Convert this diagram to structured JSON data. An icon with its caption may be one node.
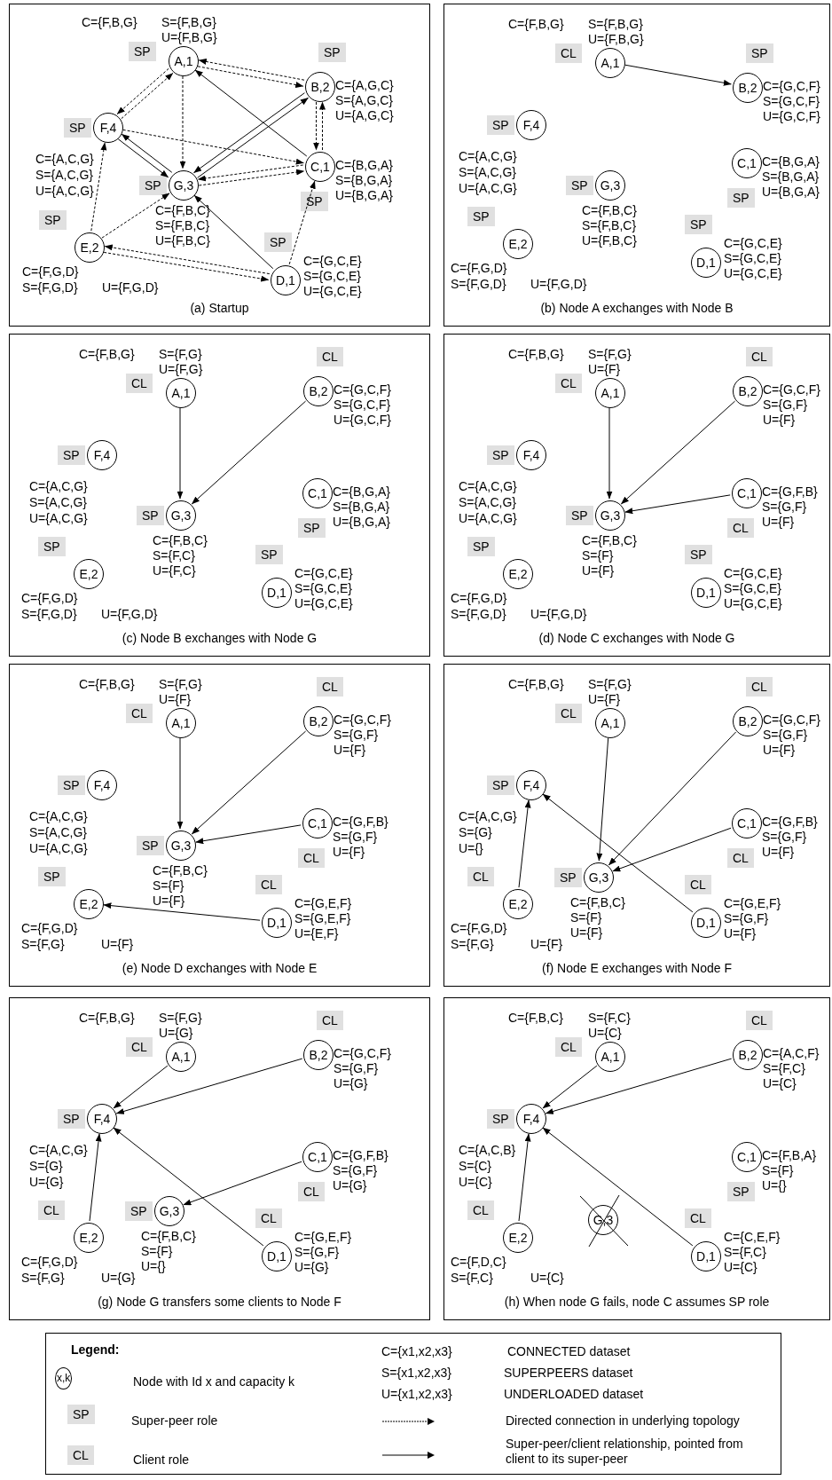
{
  "diagram": {
    "nodes": [
      {
        "text": [
          "(a) Startup"
        ]
      },
      {
        "text": [
          "A,1"
        ],
        "in": 0,
        "beside": [
          "SP",
          "C={F,B,G}",
          "S={F,B,G}",
          "U={F,B,G}"
        ]
      },
      {
        "text": [
          "B,2"
        ],
        "in": 0,
        "beside": [
          "SP",
          "C={A,G,C}",
          "S={A,G,C}",
          "U={A,G,C}"
        ]
      },
      {
        "text": [
          "F,4"
        ],
        "in": 0,
        "beside": [
          "SP",
          "C={A,C,G}",
          "S={A,C,G}",
          "U={A,C,G}"
        ]
      },
      {
        "text": [
          "C,1"
        ],
        "in": 0,
        "beside": [
          "SP",
          "C={B,G,A}",
          "S={B,G,A}",
          "U={B,G,A}"
        ]
      },
      {
        "text": [
          "G,3"
        ],
        "in": 0,
        "beside": [
          "SP",
          "C={F,B,C}",
          "S={F,B,C}",
          "U={F,B,C}"
        ]
      },
      {
        "text": [
          "E,2"
        ],
        "in": 0,
        "beside": [
          "SP",
          "C={F,G,D}",
          "S={F,G,D}",
          "U={F,G,D}"
        ]
      },
      {
        "text": [
          "D,1"
        ],
        "in": 0,
        "beside": [
          "SP",
          "C={G,C,E}",
          "S={G,C,E}",
          "U={G,C,E}"
        ]
      },
      {
        "text": [
          "(b) Node A exchanges with Node B"
        ]
      },
      {
        "text": [
          "A,1"
        ],
        "in": 8,
        "beside": [
          "CL",
          "C={F,B,G}",
          "S={F,B,G}",
          "U={F,B,G}"
        ]
      },
      {
        "text": [
          "B,2"
        ],
        "in": 8,
        "beside": [
          "SP",
          "C={G,C,F}",
          "S={G,C,F}",
          "U={G,C,F}"
        ]
      },
      {
        "text": [
          "F,4"
        ],
        "in": 8,
        "beside": [
          "SP",
          "C={A,C,G}",
          "S={A,C,G}",
          "U={A,C,G}"
        ]
      },
      {
        "text": [
          "C,1"
        ],
        "in": 8,
        "beside": [
          "SP",
          "C={B,G,A}",
          "S={B,G,A}",
          "U={B,G,A}"
        ]
      },
      {
        "text": [
          "G,3"
        ],
        "in": 8,
        "beside": [
          "SP",
          "C={F,B,C}",
          "S={F,B,C}",
          "U={F,B,C}"
        ]
      },
      {
        "text": [
          "E,2"
        ],
        "in": 8,
        "beside": [
          "SP",
          "C={F,G,D}",
          "S={F,G,D}",
          "U={F,G,D}"
        ]
      },
      {
        "text": [
          "D,1"
        ],
        "in": 8,
        "beside": [
          "SP",
          "C={G,C,E}",
          "S={G,C,E}",
          "U={G,C,E}"
        ]
      },
      {
        "text": [
          "(c) Node B exchanges with Node G"
        ]
      },
      {
        "text": [
          "A,1"
        ],
        "in": 16,
        "beside": [
          "CL",
          "C={F,B,G}",
          "S={F,G}",
          "U={F,G}"
        ]
      },
      {
        "text": [
          "B,2"
        ],
        "in": 16,
        "beside": [
          "CL",
          "C={G,C,F}",
          "S={G,C,F}",
          "U={G,C,F}"
        ]
      },
      {
        "text": [
          "F,4"
        ],
        "in": 16,
        "beside": [
          "SP",
          "C={A,C,G}",
          "S={A,C,G}",
          "U={A,C,G}"
        ]
      },
      {
        "text": [
          "C,1"
        ],
        "in": 16,
        "beside": [
          "SP",
          "C={B,G,A}",
          "S={B,G,A}",
          "U={B,G,A}"
        ]
      },
      {
        "text": [
          "G,3"
        ],
        "in": 16,
        "beside": [
          "SP",
          "C={F,B,C}",
          "S={F,C}",
          "U={F,C}"
        ]
      },
      {
        "text": [
          "E,2"
        ],
        "in": 16,
        "beside": [
          "SP",
          "C={F,G,D}",
          "S={F,G,D}",
          "U={F,G,D}"
        ]
      },
      {
        "text": [
          "D,1"
        ],
        "in": 16,
        "beside": [
          "SP",
          "C={G,C,E}",
          "S={G,C,E}",
          "U={G,C,E}"
        ]
      },
      {
        "text": [
          "(d) Node C exchanges with Node G"
        ]
      },
      {
        "text": [
          "A,1"
        ],
        "in": 24,
        "beside": [
          "CL",
          "C={F,B,G}",
          "S={F,G}",
          "U={F}"
        ]
      },
      {
        "text": [
          "B,2"
        ],
        "in": 24,
        "beside": [
          "CL",
          "C={G,C,F}",
          "S={G,F}",
          "U={F}"
        ]
      },
      {
        "text": [
          "F,4"
        ],
        "in": 24,
        "beside": [
          "SP",
          "C={A,C,G}",
          "S={A,C,G}",
          "U={A,C,G}"
        ]
      },
      {
        "text": [
          "C,1"
        ],
        "in": 24,
        "beside": [
          "CL",
          "C={G,F,B}",
          "S={G,F}",
          "U={F}"
        ]
      },
      {
        "text": [
          "G,3"
        ],
        "in": 24,
        "beside": [
          "SP",
          "C={F,B,C}",
          "S={F}",
          "U={F}"
        ]
      },
      {
        "text": [
          "E,2"
        ],
        "in": 24,
        "beside": [
          "SP",
          "C={F,G,D}",
          "S={F,G,D}",
          "U={F,G,D}"
        ]
      },
      {
        "text": [
          "D,1"
        ],
        "in": 24,
        "beside": [
          "SP",
          "C={G,C,E}",
          "S={G,C,E}",
          "U={G,C,E}"
        ]
      },
      {
        "text": [
          "(e) Node D exchanges with Node E"
        ]
      },
      {
        "text": [
          "A,1"
        ],
        "in": 32,
        "beside": [
          "CL",
          "C={F,B,G}",
          "S={F,G}",
          "U={F}"
        ]
      },
      {
        "text": [
          "B,2"
        ],
        "in": 32,
        "beside": [
          "CL",
          "C={G,C,F}",
          "S={G,F}",
          "U={F}"
        ]
      },
      {
        "text": [
          "F,4"
        ],
        "in": 32,
        "beside": [
          "SP",
          "C={A,C,G}",
          "S={A,C,G}",
          "U={A,C,G}"
        ]
      },
      {
        "text": [
          "C,1"
        ],
        "in": 32,
        "beside": [
          "CL",
          "C={G,F,B}",
          "S={G,F}",
          "U={F}"
        ]
      },
      {
        "text": [
          "G,3"
        ],
        "in": 32,
        "beside": [
          "SP",
          "C={F,B,C}",
          "S={F}",
          "U={F}"
        ]
      },
      {
        "text": [
          "E,2"
        ],
        "in": 32,
        "beside": [
          "SP",
          "C={F,G,D}",
          "S={F,G}",
          "U={F}"
        ]
      },
      {
        "text": [
          "D,1"
        ],
        "in": 32,
        "beside": [
          "CL",
          "C={G,E,F}",
          "S={G,E,F}",
          "U={E,F}"
        ]
      },
      {
        "text": [
          "(f) Node E exchanges with Node F"
        ]
      },
      {
        "text": [
          "A,1"
        ],
        "in": 40,
        "beside": [
          "CL",
          "C={F,B,G}",
          "S={F,G}",
          "U={F}"
        ]
      },
      {
        "text": [
          "B,2"
        ],
        "in": 40,
        "beside": [
          "CL",
          "C={G,C,F}",
          "S={G,F}",
          "U={F}"
        ]
      },
      {
        "text": [
          "F,4"
        ],
        "in": 40,
        "beside": [
          "SP",
          "C={A,C,G}",
          "S={G}",
          "U={}"
        ]
      },
      {
        "text": [
          "C,1"
        ],
        "in": 40,
        "beside": [
          "CL",
          "C={G,F,B}",
          "S={G,F}",
          "U={F}"
        ]
      },
      {
        "text": [
          "G,3"
        ],
        "in": 40,
        "beside": [
          "SP",
          "C={F,B,C}",
          "S={F}",
          "U={F}"
        ]
      },
      {
        "text": [
          "E,2"
        ],
        "in": 40,
        "beside": [
          "CL",
          "C={F,G,D}",
          "S={F,G}",
          "U={F}"
        ]
      },
      {
        "text": [
          "D,1"
        ],
        "in": 40,
        "beside": [
          "CL",
          "C={G,E,F}",
          "S={G,F}",
          "U={F}"
        ]
      },
      {
        "text": [
          "(g) Node G transfers some clients to Node F"
        ]
      },
      {
        "text": [
          "A,1"
        ],
        "in": 48,
        "beside": [
          "CL",
          "C={F,B,G}",
          "S={F,G}",
          "U={G}"
        ]
      },
      {
        "text": [
          "B,2"
        ],
        "in": 48,
        "beside": [
          "CL",
          "C={G,C,F}",
          "S={G,F}",
          "U={G}"
        ]
      },
      {
        "text": [
          "F,4"
        ],
        "in": 48,
        "beside": [
          "SP",
          "C={A,C,G}",
          "S={G}",
          "U={G}"
        ]
      },
      {
        "text": [
          "C,1"
        ],
        "in": 48,
        "beside": [
          "CL",
          "C={G,F,B}",
          "S={G,F}",
          "U={G}"
        ]
      },
      {
        "text": [
          "G,3"
        ],
        "in": 48,
        "beside": [
          "SP",
          "C={F,B,C}",
          "S={F}",
          "U={}"
        ]
      },
      {
        "text": [
          "E,2"
        ],
        "in": 48,
        "beside": [
          "CL",
          "C={F,G,D}",
          "S={F,G}",
          "U={G}"
        ]
      },
      {
        "text": [
          "D,1"
        ],
        "in": 48,
        "beside": [
          "CL",
          "C={G,E,F}",
          "S={G,F}",
          "U={G}"
        ]
      },
      {
        "text": [
          "(h) When node G fails, node C assumes SP role"
        ]
      },
      {
        "text": [
          "A,1"
        ],
        "in": 56,
        "beside": [
          "CL",
          "C={F,B,C}",
          "S={F,C}",
          "U={C}"
        ]
      },
      {
        "text": [
          "B,2"
        ],
        "in": 56,
        "beside": [
          "CL",
          "C={A,C,F}",
          "S={F,C}",
          "U={C}"
        ]
      },
      {
        "text": [
          "F,4"
        ],
        "in": 56,
        "beside": [
          "SP",
          "C={A,C,B}",
          "S={C}",
          "U={C}"
        ]
      },
      {
        "text": [
          "C,1"
        ],
        "in": 56,
        "beside": [
          "SP",
          "C={F,B,A}",
          "S={F}",
          "U={}"
        ]
      },
      {
        "text": [
          "G,3"
        ],
        "in": 56
      },
      {
        "text": [
          "E,2"
        ],
        "in": 56,
        "beside": [
          "CL",
          "C={F,D,C}",
          "S={F,C}",
          "U={C}"
        ]
      },
      {
        "text": [
          "D,1"
        ],
        "in": 56,
        "beside": [
          "CL",
          "C={C,E,F}",
          "S={F,C}",
          "U={C}"
        ]
      }
    ],
    "edges": [
      {
        "from": 1,
        "to": 2,
        "arrow": "to",
        "style": "dashed"
      },
      {
        "from": 2,
        "to": 1,
        "arrow": "to",
        "style": "dashed"
      },
      {
        "from": 3,
        "to": 1,
        "arrow": "to",
        "style": "dashed"
      },
      {
        "from": 1,
        "to": 3,
        "arrow": "to",
        "style": "dashed"
      },
      {
        "from": 1,
        "to": 5,
        "arrow": "to",
        "style": "dashed"
      },
      {
        "from": 4,
        "to": 1,
        "arrow": "to"
      },
      {
        "from": 3,
        "to": 5,
        "arrow": "to"
      },
      {
        "from": 5,
        "to": 3,
        "arrow": "to"
      },
      {
        "from": 3,
        "to": 4,
        "arrow": "to",
        "style": "dashed"
      },
      {
        "from": 5,
        "to": 2,
        "arrow": "to"
      },
      {
        "from": 2,
        "to": 5,
        "arrow": "to"
      },
      {
        "from": 2,
        "to": 4,
        "arrow": "to",
        "style": "dashed"
      },
      {
        "from": 4,
        "to": 2,
        "arrow": "to",
        "style": "dashed"
      },
      {
        "from": 5,
        "to": 4,
        "arrow": "to",
        "style": "dashed"
      },
      {
        "from": 4,
        "to": 5,
        "arrow": "to",
        "style": "dashed"
      },
      {
        "from": 6,
        "to": 3,
        "arrow": "to",
        "style": "dashed"
      },
      {
        "from": 6,
        "to": 5,
        "arrow": "to",
        "style": "dashed"
      },
      {
        "from": 7,
        "to": 5,
        "arrow": "to"
      },
      {
        "from": 7,
        "to": 4,
        "arrow": "to",
        "style": "dashed"
      },
      {
        "from": 6,
        "to": 7,
        "arrow": "to",
        "style": "dashed"
      },
      {
        "from": 7,
        "to": 6,
        "arrow": "to",
        "style": "dashed"
      },
      {
        "from": 9,
        "to": 10,
        "arrow": "to"
      },
      {
        "from": 17,
        "to": 21,
        "arrow": "to"
      },
      {
        "from": 18,
        "to": 21,
        "arrow": "to"
      },
      {
        "from": 25,
        "to": 29,
        "arrow": "to"
      },
      {
        "from": 26,
        "to": 29,
        "arrow": "to"
      },
      {
        "from": 28,
        "to": 29,
        "arrow": "to"
      },
      {
        "from": 33,
        "to": 37,
        "arrow": "to"
      },
      {
        "from": 34,
        "to": 37,
        "arrow": "to"
      },
      {
        "from": 36,
        "to": 37,
        "arrow": "to"
      },
      {
        "from": 39,
        "to": 38,
        "arrow": "to"
      },
      {
        "from": 41,
        "to": 45,
        "arrow": "to"
      },
      {
        "from": 42,
        "to": 45,
        "arrow": "to"
      },
      {
        "from": 44,
        "to": 45,
        "arrow": "to"
      },
      {
        "from": 46,
        "to": 43,
        "arrow": "to"
      },
      {
        "from": 47,
        "to": 43,
        "arrow": "to"
      },
      {
        "from": 49,
        "to": 51,
        "arrow": "to"
      },
      {
        "from": 50,
        "to": 51,
        "arrow": "to"
      },
      {
        "from": 52,
        "to": 53,
        "arrow": "to"
      },
      {
        "from": 54,
        "to": 51,
        "arrow": "to"
      },
      {
        "from": 55,
        "to": 51,
        "arrow": "to"
      },
      {
        "from": 57,
        "to": 59,
        "arrow": "to"
      },
      {
        "from": 58,
        "to": 59,
        "arrow": "to"
      },
      {
        "from": 62,
        "to": 59,
        "arrow": "to"
      },
      {
        "from": 63,
        "to": 59,
        "arrow": "to"
      }
    ],
    "labels": [
      "Legend:",
      "x,k",
      "SP",
      "CL",
      "C={x1,x2,x3}",
      "S={x1,x2,x3}",
      "U={x1,x2,x3}"
    ],
    "legend": [
      {
        "text": "Node with Id x and capacity k"
      },
      {
        "text": "Super-peer role"
      },
      {
        "text": "Client role"
      },
      {
        "text": "CONNECTED dataset"
      },
      {
        "text": "SUPERPEERS dataset"
      },
      {
        "text": "UNDERLOADED dataset"
      },
      {
        "text": "Directed connection in underlying topology"
      },
      {
        "text": "Super-peer/client relationship, pointed from client to its super-peer"
      }
    ]
  }
}
